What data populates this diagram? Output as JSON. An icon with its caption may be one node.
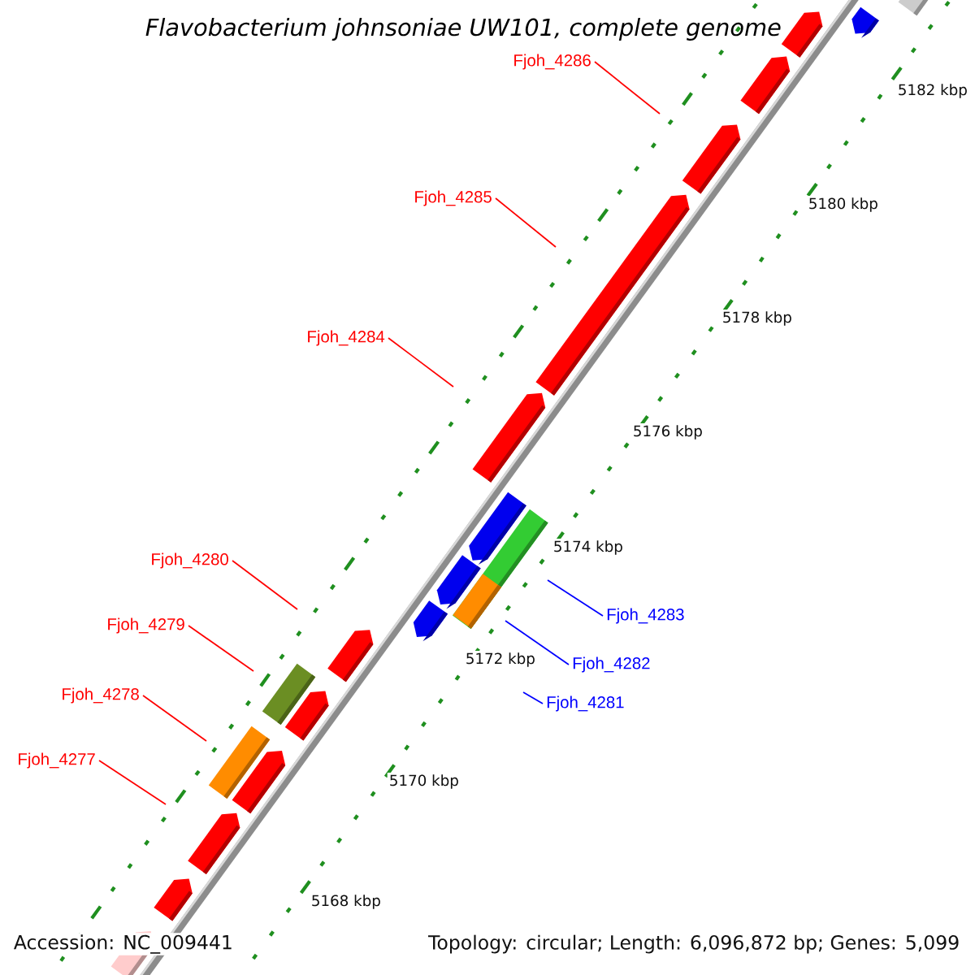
{
  "diagram": {
    "title": "Flavobacterium johnsoniae UW101, complete genome",
    "nodes": [
      {
        "text": [
          "Fjoh_4286"
        ]
      },
      {
        "text": [
          "Fjoh_4285"
        ]
      },
      {
        "text": [
          "Fjoh_4284"
        ]
      },
      {
        "text": [
          "Fjoh_4280"
        ]
      },
      {
        "text": [
          "Fjoh_4283"
        ]
      },
      {
        "text": [
          "Fjoh_4279"
        ]
      },
      {
        "text": [
          "Fjoh_4282"
        ]
      },
      {
        "text": [
          "Fjoh_4278"
        ]
      },
      {
        "text": [
          "Fjoh_4281"
        ]
      },
      {
        "text": [
          "Fjoh_4277"
        ]
      }
    ],
    "edges": [
      {
        "from": 0,
        "to": null,
        "arrow": "none"
      },
      {
        "from": 1,
        "to": null,
        "arrow": "none"
      },
      {
        "from": 2,
        "to": null,
        "arrow": "none"
      },
      {
        "from": 3,
        "to": null,
        "arrow": "none"
      },
      {
        "from": 4,
        "to": null,
        "arrow": "none",
        "color": "#0000ff"
      },
      {
        "from": 5,
        "to": null,
        "arrow": "none"
      },
      {
        "from": 6,
        "to": null,
        "arrow": "none",
        "color": "#0000ff"
      },
      {
        "from": 7,
        "to": null,
        "arrow": "none"
      },
      {
        "from": 8,
        "to": null,
        "arrow": "none",
        "color": "#0000ff"
      },
      {
        "from": 9,
        "to": null,
        "arrow": "none"
      }
    ],
    "labels": [
      "5182 kbp",
      "5180 kbp",
      "5178 kbp",
      "5176 kbp",
      "5174 kbp",
      "5172 kbp",
      "5170 kbp",
      "5168 kbp",
      "Accession: NC_009441",
      "Topology: circular; Length: 6,096,872 bp; Genes: 5,099"
    ]
  }
}
